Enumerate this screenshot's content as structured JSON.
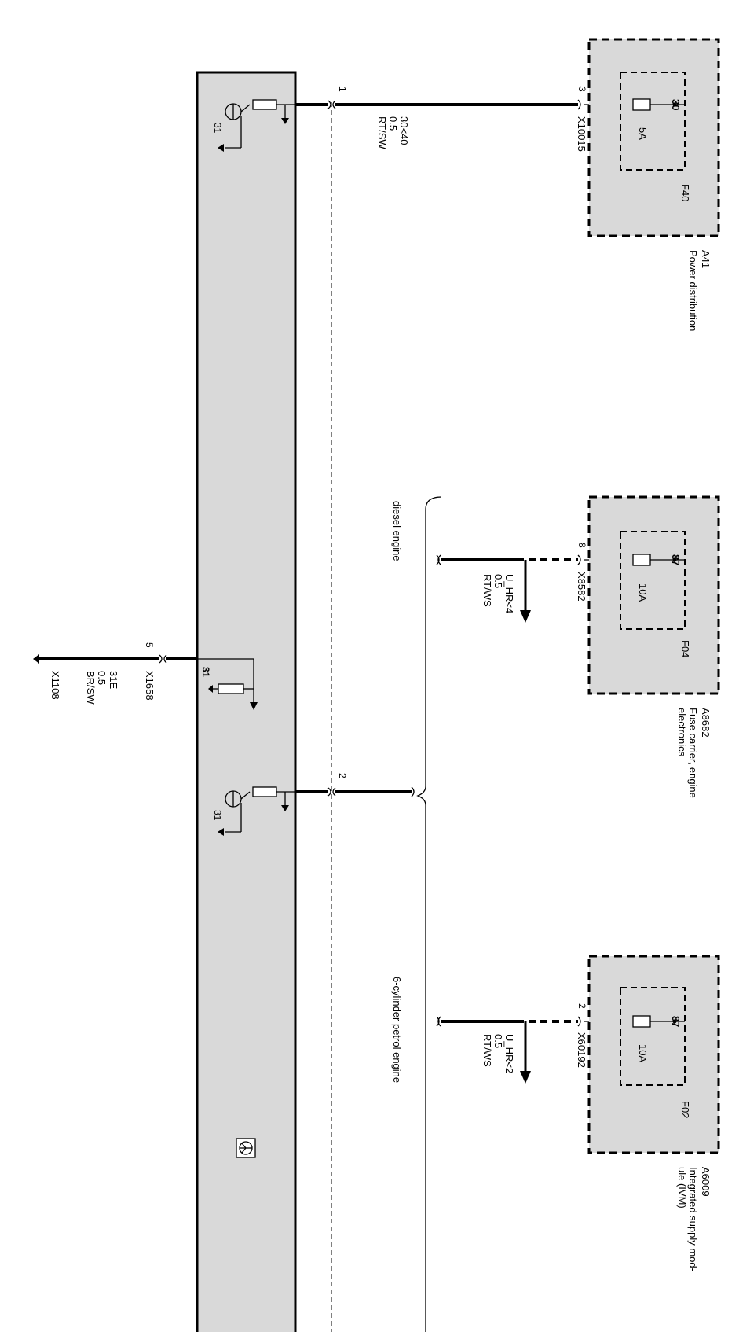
{
  "modules": {
    "a41": {
      "id": "A41",
      "name": "Power distribution",
      "fuse": "F40",
      "terminal": "30",
      "rating": "5A",
      "connector": "X10015",
      "pin": "3"
    },
    "a8682": {
      "id": "A8682",
      "name_line1": "Fuse carrier, engine",
      "name_line2": "electronics",
      "fuse": "F04",
      "terminal": "87",
      "rating": "10A",
      "connector": "X8582",
      "pin": "8"
    },
    "a6009": {
      "id": "A6009",
      "name_line1": "Integrated supply mod-",
      "name_line2": "ule (IVM)",
      "fuse": "F02",
      "terminal": "87",
      "rating": "10A",
      "connector": "X60192",
      "pin": "2"
    }
  },
  "wires": {
    "w1": {
      "signal": "30<40",
      "gauge": "0.5",
      "color": "RT/SW",
      "pin": "1"
    },
    "w_diesel": {
      "signal": "U_HR<4",
      "gauge": "0.5",
      "color": "RT/WS"
    },
    "w_petrol": {
      "signal": "U_HR<2",
      "gauge": "0.5",
      "color": "RT/WS"
    },
    "w2": {
      "pin": "2"
    },
    "ground": {
      "signal": "31E",
      "gauge": "0.5",
      "color": "BR/SW",
      "connector": "X1658",
      "pin": "5",
      "ground_point": "X1108"
    }
  },
  "variants": {
    "diesel": "diesel engine",
    "petrol": "6-cylinder petrol engine"
  },
  "ground_terminal": "31"
}
